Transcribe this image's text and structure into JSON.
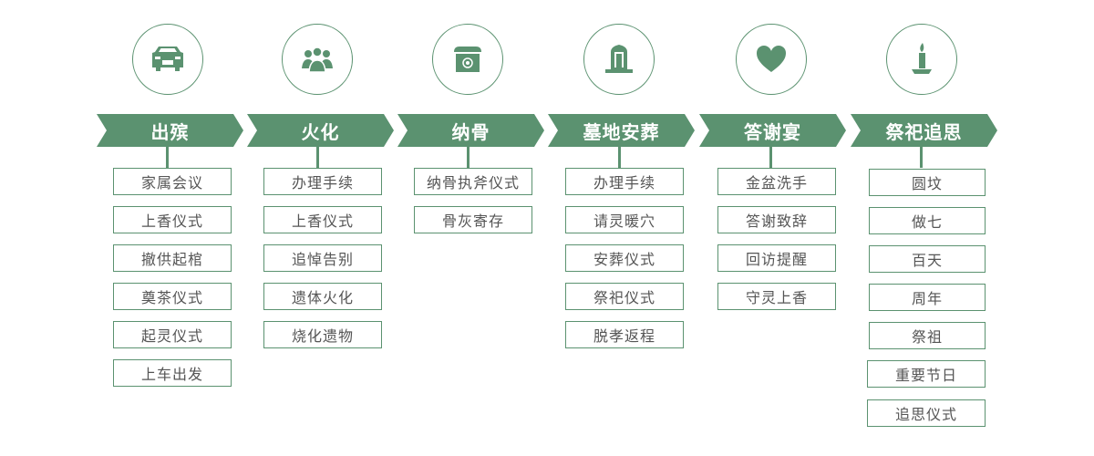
{
  "colors": {
    "accent": "#5b9270",
    "item_text": "#555555"
  },
  "stages": [
    {
      "title": "出殡",
      "icon": "hearse-car-icon",
      "items": [
        "家属会议",
        "上香仪式",
        "撤供起棺",
        "奠茶仪式",
        "起灵仪式",
        "上车出发"
      ]
    },
    {
      "title": "火化",
      "icon": "people-group-icon",
      "items": [
        "办理手续",
        "上香仪式",
        "追悼告别",
        "遗体火化",
        "烧化遗物"
      ]
    },
    {
      "title": "纳骨",
      "icon": "urn-box-icon",
      "items": [
        "纳骨执斧仪式",
        "骨灰寄存"
      ]
    },
    {
      "title": "墓地安葬",
      "icon": "tombstone-icon",
      "items": [
        "办理手续",
        "请灵暖穴",
        "安葬仪式",
        "祭祀仪式",
        "脱孝返程"
      ]
    },
    {
      "title": "答谢宴",
      "icon": "heart-icon",
      "items": [
        "金盆洗手",
        "答谢致辞",
        "回访提醒",
        "守灵上香"
      ]
    },
    {
      "title": "祭祀追思",
      "icon": "candle-icon",
      "items": [
        "圆坟",
        "做七",
        "百天",
        "周年",
        "祭祖",
        "重要节日",
        "追思仪式"
      ]
    }
  ]
}
